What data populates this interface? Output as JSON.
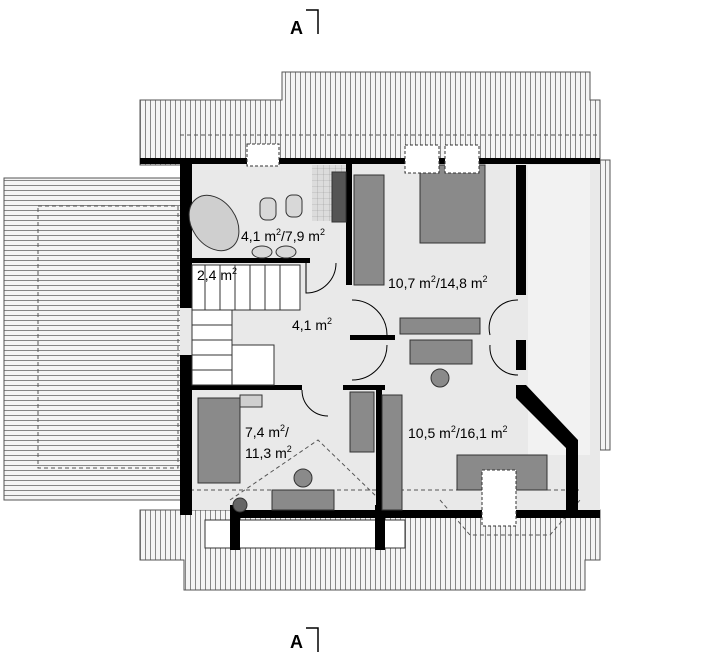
{
  "section_marks": {
    "top": "A",
    "bottom": "A"
  },
  "rooms": [
    {
      "id": "bathroom",
      "base": "4,1 m",
      "sup1": "2",
      "slash": "/7,9 m",
      "sup2": "2"
    },
    {
      "id": "storage",
      "base": "2,4 m",
      "sup1": "2"
    },
    {
      "id": "hall",
      "base": "4,1 m",
      "sup1": "2"
    },
    {
      "id": "bedroom-1",
      "base": "10,7 m",
      "sup1": "2",
      "slash": "/14,8 m",
      "sup2": "2"
    },
    {
      "id": "bedroom-2",
      "base": "7,4 m",
      "sup1": "2",
      "slash": "/",
      "line2": "11,3 m",
      "sup2": "2"
    },
    {
      "id": "bedroom-3",
      "base": "10,5 m",
      "sup1": "2",
      "slash": "/16,1 m",
      "sup2": "2"
    }
  ],
  "colors": {
    "wall": "#000000",
    "floor": "#e6e6e6",
    "roof_bg": "#f2f2f2",
    "roof_line": "#6a6a6a",
    "furniture": "#7d7d7d"
  },
  "icons": [
    "door-swing-icon",
    "bed-icon",
    "bathtub-icon",
    "toilet-icon",
    "sink-icon",
    "desk-icon",
    "chair-icon",
    "plant-icon",
    "stairs-icon",
    "stove-icon"
  ]
}
